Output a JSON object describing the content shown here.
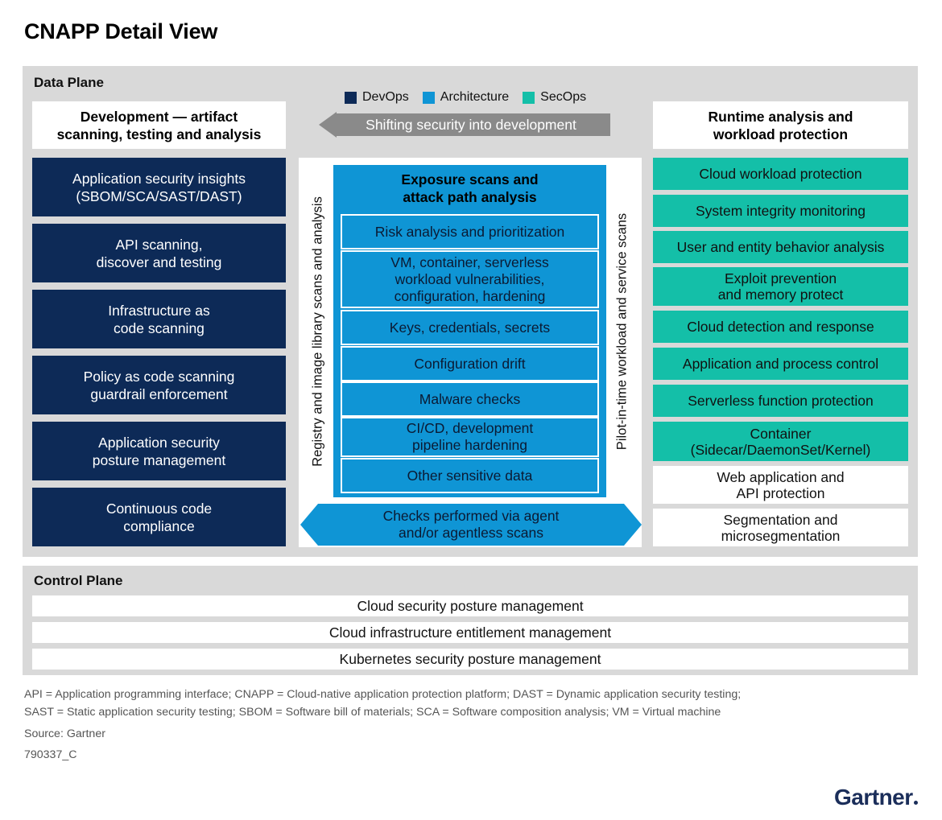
{
  "title": "CNAPP Detail View",
  "colors": {
    "devops": "#0d2a57",
    "architecture": "#0f95d5",
    "secops": "#14bfa8",
    "panel_gray": "#d9d9d9",
    "arrow_gray": "#8a8a8a"
  },
  "legend": [
    {
      "label": "DevOps",
      "color": "#0d2a57"
    },
    {
      "label": "Architecture",
      "color": "#0f95d5"
    },
    {
      "label": "SecOps",
      "color": "#14bfa8"
    }
  ],
  "data_plane": {
    "label": "Data Plane",
    "shift_arrow_label": "Shifting security into development",
    "development": {
      "heading_line1": "Development — artifact",
      "heading_line2": "scanning, testing and analysis",
      "items": [
        {
          "line1": "Application security insights",
          "line2": "(SBOM/SCA/SAST/DAST)"
        },
        {
          "line1": "API scanning,",
          "line2": "discover and testing"
        },
        {
          "line1": "Infrastructure as",
          "line2": "code scanning"
        },
        {
          "line1": "Policy as code scanning",
          "line2": "guardrail enforcement"
        },
        {
          "line1": "Application security",
          "line2": "posture management"
        },
        {
          "line1": "Continuous code",
          "line2": "compliance"
        }
      ]
    },
    "middle": {
      "left_vertical_label": "Registry and image library scans and analysis",
      "right_vertical_label": "Pilot-in-time workload and service scans",
      "exposure_heading_line1": "Exposure scans and",
      "exposure_heading_line2": "attack path analysis",
      "items": [
        {
          "line1": "Risk analysis and prioritization"
        },
        {
          "line1": "VM, container, serverless",
          "line2": "workload vulnerabilities,",
          "line3": "configuration,  hardening"
        },
        {
          "line1": "Keys, credentials, secrets"
        },
        {
          "line1": "Configuration drift"
        },
        {
          "line1": "Malware checks"
        },
        {
          "line1": "CI/CD, development",
          "line2": "pipeline hardening"
        },
        {
          "line1": "Other sensitive data"
        }
      ],
      "checks_line1": "Checks performed via agent",
      "checks_line2": "and/or agentless scans"
    },
    "runtime": {
      "heading_line1": "Runtime analysis and",
      "heading_line2": "workload protection",
      "items": [
        {
          "line1": "Cloud workload protection",
          "category": "SecOps"
        },
        {
          "line1": "System integrity monitoring",
          "category": "SecOps"
        },
        {
          "line1": "User and entity behavior analysis",
          "category": "SecOps"
        },
        {
          "line1": "Exploit prevention",
          "line2": "and memory protect",
          "category": "SecOps"
        },
        {
          "line1": "Cloud detection and response",
          "category": "SecOps"
        },
        {
          "line1": "Application and process control",
          "category": "SecOps"
        },
        {
          "line1": "Serverless function protection",
          "category": "SecOps"
        },
        {
          "line1": "Container",
          "line2": "(Sidecar/DaemonSet/Kernel)",
          "category": "SecOps"
        },
        {
          "line1": "Web application and",
          "line2": "API protection",
          "category": "none"
        },
        {
          "line1": "Segmentation and",
          "line2": "microsegmentation",
          "category": "none"
        }
      ]
    }
  },
  "control_plane": {
    "label": "Control Plane",
    "items": [
      "Cloud security posture management",
      "Cloud infrastructure entitlement management",
      "Kubernetes security posture management"
    ]
  },
  "footnotes": {
    "abbreviations_line1": "API = Application programming interface; CNAPP = Cloud-native application protection platform; DAST = Dynamic application security testing;",
    "abbreviations_line2": "SAST = Static application security testing; SBOM = Software bill of materials; SCA = Software composition analysis; VM = Virtual machine",
    "source": "Source: Gartner",
    "figure_id": "790337_C"
  },
  "logo": "Gartner"
}
